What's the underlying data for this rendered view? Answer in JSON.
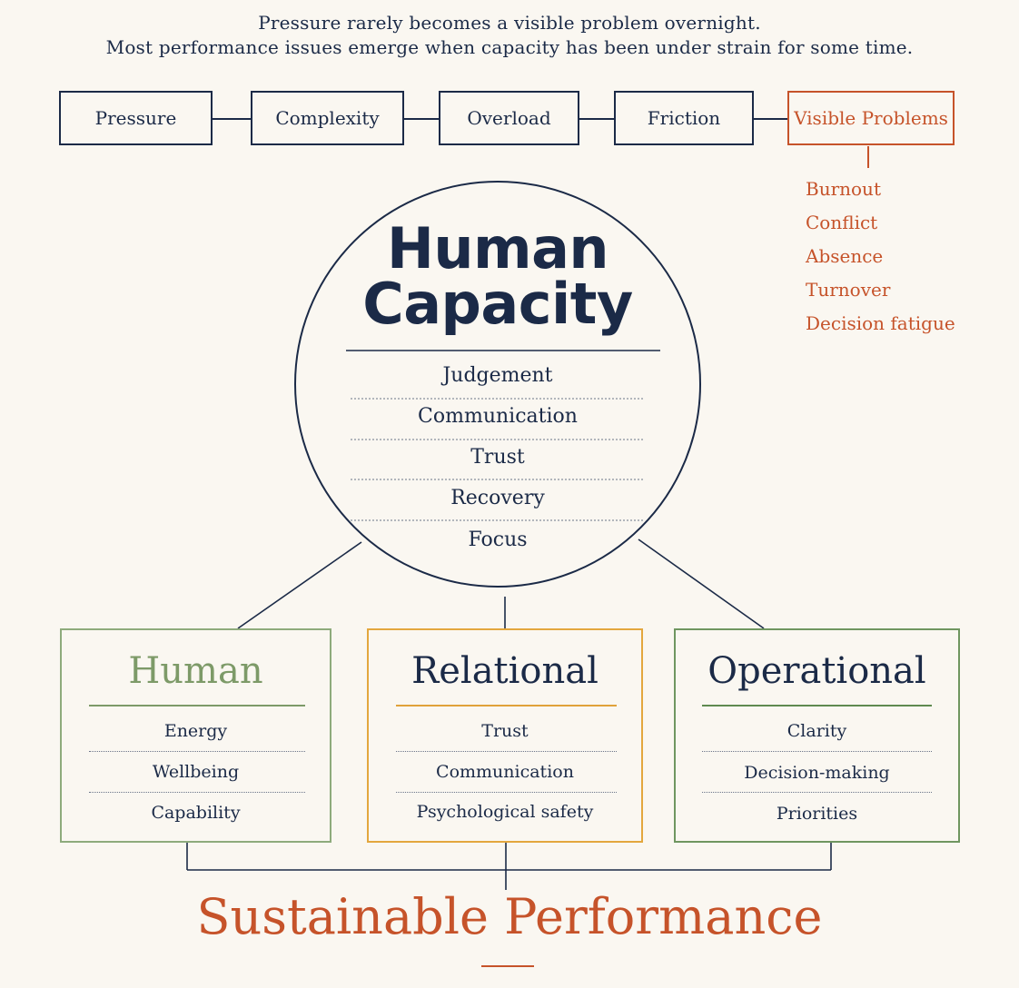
{
  "intro": {
    "line1": "Pressure rarely becomes a visible problem overnight.",
    "line2": "Most performance issues emerge when capacity has been under strain for some time."
  },
  "stages": [
    "Pressure",
    "Complexity",
    "Overload",
    "Friction",
    "Visible Problems"
  ],
  "visible_problems": [
    "Burnout",
    "Conflict",
    "Absence",
    "Turnover",
    "Decision fatigue"
  ],
  "core": {
    "title_line1": "Human",
    "title_line2": "Capacity",
    "items": [
      "Judgement",
      "Communication",
      "Trust",
      "Recovery",
      "Focus"
    ]
  },
  "pillars": [
    {
      "title": "Human",
      "items": [
        "Energy",
        "Wellbeing",
        "Capability"
      ],
      "color": "#7d9a68"
    },
    {
      "title": "Relational",
      "items": [
        "Trust",
        "Communication",
        "Psychological safety"
      ],
      "color": "#e0a23a"
    },
    {
      "title": "Operational",
      "items": [
        "Clarity",
        "Decision-making",
        "Priorities"
      ],
      "color": "#5f8a50"
    }
  ],
  "outcome": "Sustainable Performance",
  "colors": {
    "navy": "#1b2a47",
    "alert": "#c6532a",
    "background": "#faf7f1"
  }
}
